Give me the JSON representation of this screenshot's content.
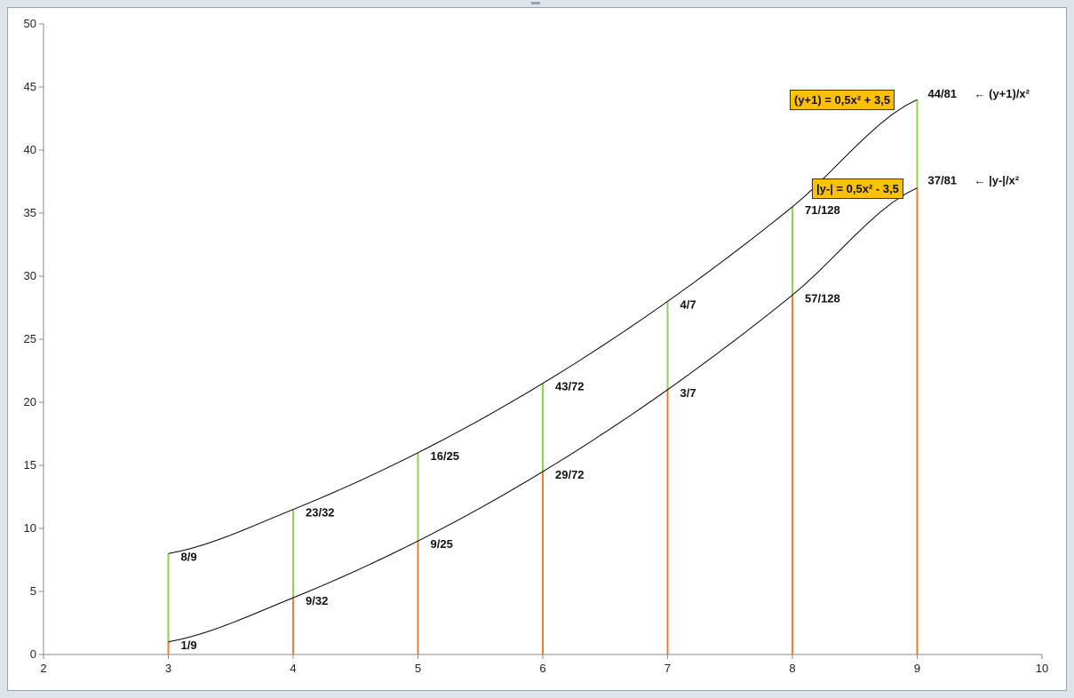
{
  "chart_data": {
    "type": "line",
    "title": "",
    "xlabel": "",
    "ylabel": "",
    "xlim": [
      2,
      10
    ],
    "ylim": [
      0,
      50
    ],
    "x_ticks": [
      "2",
      "3",
      "4",
      "5",
      "6",
      "7",
      "8",
      "9",
      "10"
    ],
    "y_ticks": [
      "0",
      "5",
      "10",
      "15",
      "20",
      "25",
      "30",
      "35",
      "40",
      "45",
      "50"
    ],
    "grid": false,
    "legend": "none",
    "colors": {
      "curve": "#000000",
      "upper_segment": "#92d050",
      "lower_segment": "#ed7d31",
      "equation_box": "#ffc000"
    },
    "series": [
      {
        "x": [
          3,
          4,
          5,
          6,
          7,
          8,
          9
        ],
        "y": [
          8,
          11.5,
          16,
          21.5,
          28,
          35.5,
          44
        ]
      },
      {
        "x": [
          3,
          4,
          5,
          6,
          7,
          8,
          9
        ],
        "y": [
          1,
          4.5,
          9,
          14.5,
          21,
          28.5,
          37
        ]
      }
    ],
    "upper_labels": [
      "8/9",
      "23/32",
      "16/25",
      "43/72",
      "4/7",
      "71/128",
      "44/81"
    ],
    "lower_labels": [
      "1/9",
      "9/32",
      "9/25",
      "29/72",
      "3/7",
      "57/128",
      "37/81"
    ],
    "annotations": {
      "upper_equation": "(y+1) = 0,5x² + 3,5",
      "lower_equation": "|y-| = 0,5x² - 3,5",
      "upper_ratio": "← (y+1)/x²",
      "lower_ratio": "← |y-|/x²"
    }
  }
}
